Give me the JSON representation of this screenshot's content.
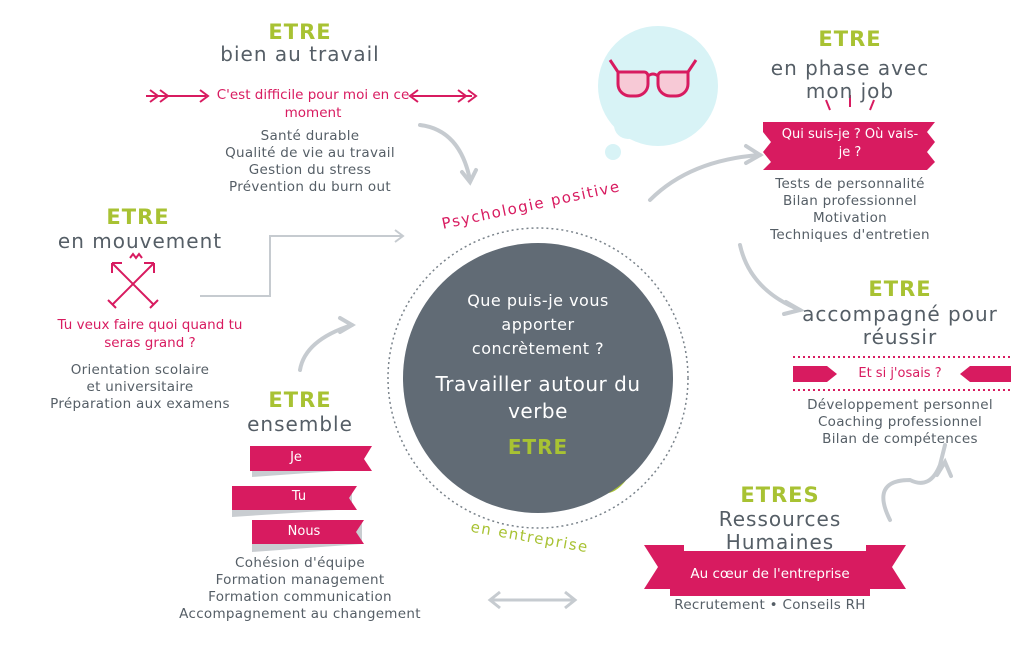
{
  "center": {
    "question": "Que puis-je vous apporter concrètement ?",
    "title": "Travailler autour du verbe",
    "verb": "ETRE"
  },
  "arc_top": "Psychologie positive",
  "arc_bottom": "en entreprise",
  "block_travail": {
    "etre": "ETRE",
    "title": "bien au travail",
    "tagline": "C'est difficile pour moi en ce moment",
    "items": [
      "Santé durable",
      "Qualité de vie au travail",
      "Gestion du stress",
      "Prévention du burn out"
    ]
  },
  "block_mouvement": {
    "etre": "ETRE",
    "title": "en mouvement",
    "tagline": "Tu veux faire quoi quand tu seras grand ?",
    "items": [
      "Orientation scolaire",
      "et universitaire",
      "Préparation aux examens"
    ]
  },
  "block_ensemble": {
    "etre": "ETRE",
    "title": "ensemble",
    "ribbons": [
      "Je",
      "Tu",
      "Nous"
    ],
    "items": [
      "Cohésion d'équipe",
      "Formation management",
      "Formation communication",
      "Accompagnement au changement"
    ]
  },
  "block_job": {
    "etre": "ETRE",
    "title": "en phase avec mon job",
    "tagline": "Qui suis-je ? Où vais-je ?",
    "items": [
      "Tests de personnalité",
      "Bilan professionnel",
      "Motivation",
      "Techniques d'entretien"
    ]
  },
  "block_accompagne": {
    "etre": "ETRE",
    "title": "accompagné pour réussir",
    "tagline": "Et si j'osais ?",
    "items": [
      "Développement personnel",
      "Coaching professionnel",
      "Bilan de compétences"
    ]
  },
  "block_rh": {
    "etre": "ETRES",
    "title": "Ressources Humaines",
    "tagline": "Au cœur de l'entreprise",
    "items": "Recrutement • Conseils RH"
  },
  "colors": {
    "pink": "#d81b60",
    "green": "#a8c233",
    "slate": "#616b75",
    "text": "#555e66",
    "bubble": "#c9eef2"
  }
}
